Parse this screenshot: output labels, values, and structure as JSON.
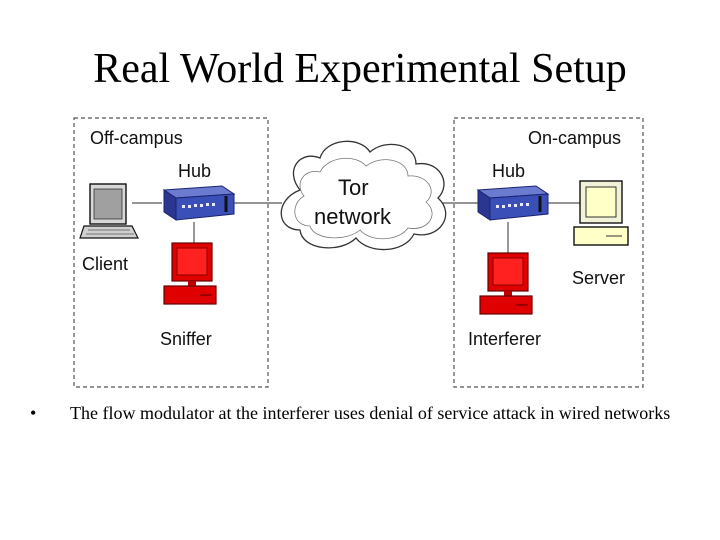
{
  "title": "Real World Experimental Setup",
  "diagram": {
    "off_campus_label": "Off-campus",
    "on_campus_label": "On-campus",
    "hub_left_label": "Hub",
    "hub_right_label": "Hub",
    "client_label": "Client",
    "sniffer_label": "Sniffer",
    "server_label": "Server",
    "interferer_label": "Interferer",
    "cloud_line1": "Tor",
    "cloud_line2": "network",
    "colors": {
      "hub": "#3b4fb8",
      "red_pc": "#e00000",
      "server_screen": "#ffffc8",
      "dashed_border": "#555555"
    }
  },
  "bullets": [
    {
      "marker": "•",
      "text": "The flow modulator at the interferer uses denial of service attack in wired networks"
    }
  ]
}
